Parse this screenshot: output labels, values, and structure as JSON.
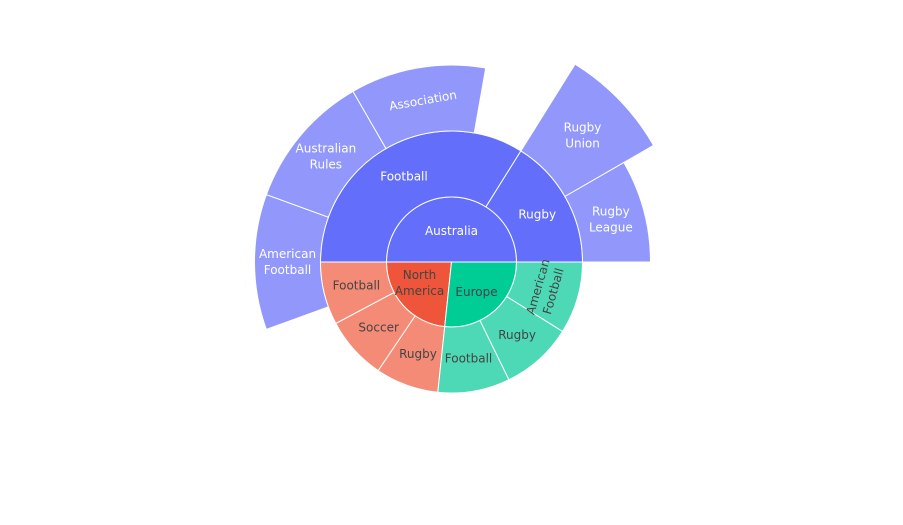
{
  "chart_data": {
    "type": "sunburst",
    "colors": {
      "australia": "#636efa",
      "australia_leaf": "#9197fb",
      "europe": "#00cc96",
      "europe_leaf": "#4dd9b5",
      "north_america": "#ef553b",
      "north_america_leaf": "#f48b77",
      "light_text": "#ffffff",
      "dark_text": "#444444"
    },
    "root": {
      "label": "Australia",
      "theme": "australia",
      "children": [
        {
          "label": "Football",
          "children": [
            {
              "label": "American Football",
              "lines": [
                "American",
                "Football"
              ],
              "value": 12
            },
            {
              "label": "Australian Rules",
              "lines": [
                "Australian",
                "Rules"
              ],
              "value": 12
            },
            {
              "label": "Association",
              "lines": [
                "Association"
              ],
              "value": 12
            }
          ]
        },
        {
          "label": "Rugby",
          "children": [
            {
              "label": "Rugby Union",
              "lines": [
                "Rugby",
                "Union"
              ],
              "value": 15,
              "radius_scale": 1.55
            },
            {
              "label": "Rugby League",
              "lines": [
                "Rugby",
                "League"
              ],
              "value": 14,
              "radius_scale": 1.03
            }
          ]
        }
      ]
    },
    "north_america": {
      "label": "North America",
      "lines": [
        "North",
        "America"
      ],
      "theme": "north_america",
      "children": [
        {
          "label": "Football",
          "value": 12
        },
        {
          "label": "Soccer",
          "value": 12
        },
        {
          "label": "Rugby",
          "value": 12
        }
      ]
    },
    "europe": {
      "label": "Europe",
      "theme": "europe",
      "children": [
        {
          "label": "Football",
          "value": 12
        },
        {
          "label": "Rugby",
          "value": 12
        },
        {
          "label": "American Football",
          "lines": [
            "American",
            "Football"
          ],
          "value": 12
        }
      ]
    }
  }
}
